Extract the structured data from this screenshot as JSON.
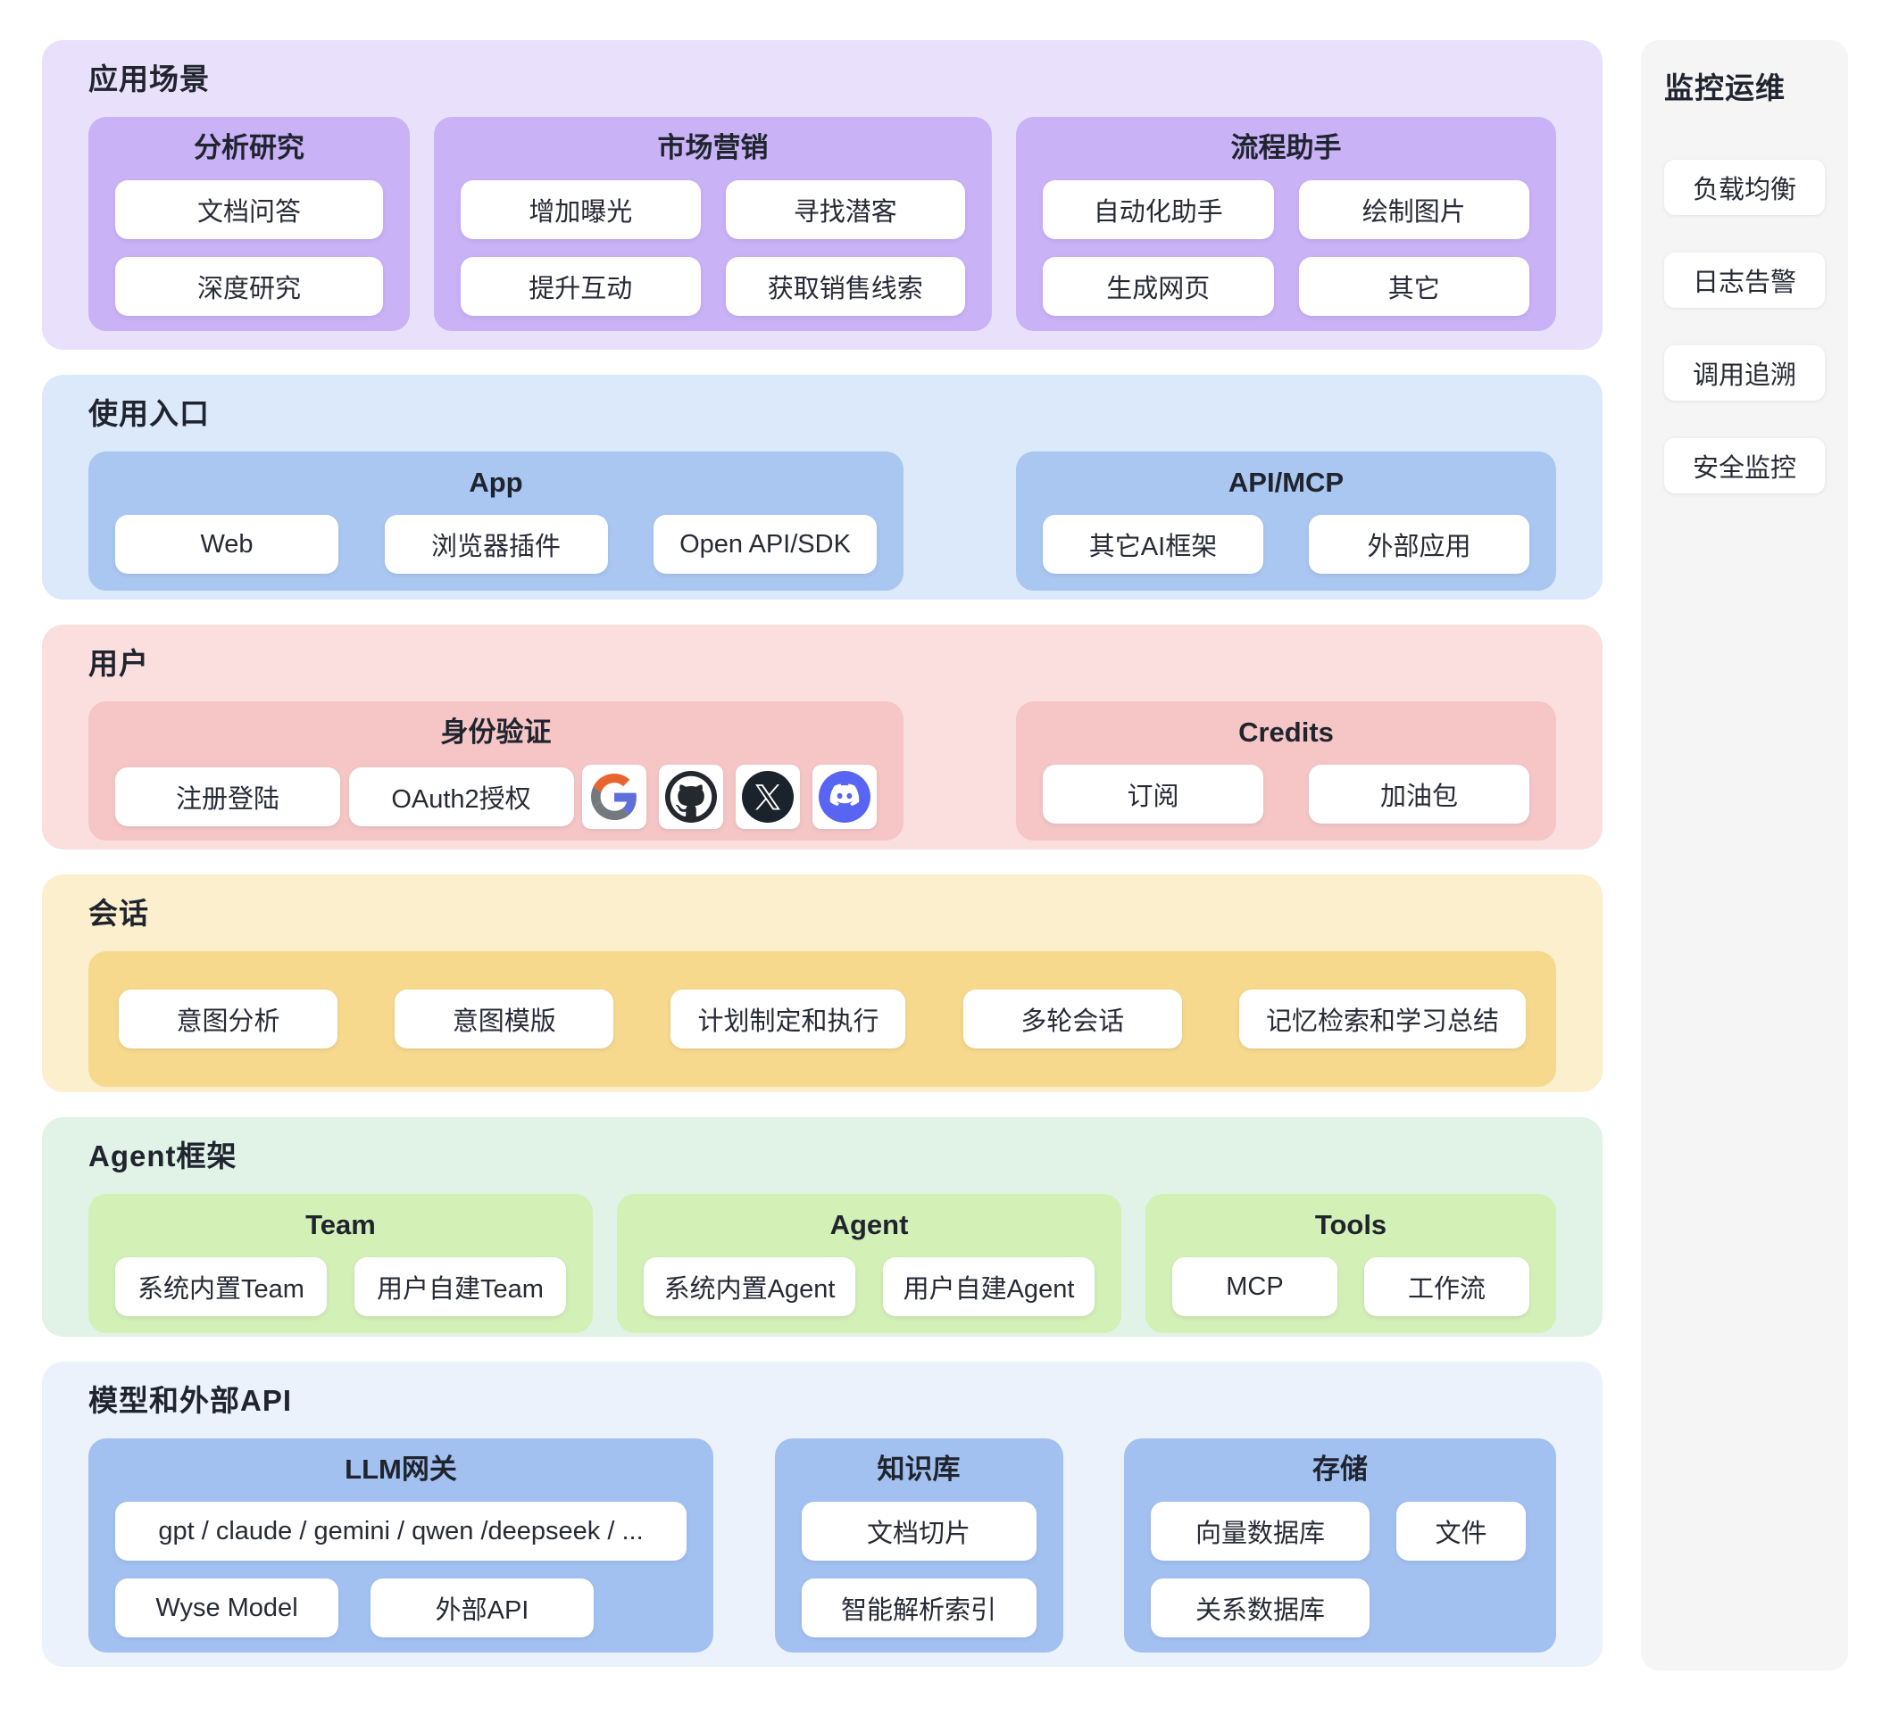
{
  "sections": {
    "scenarios": {
      "title": "应用场景",
      "panels": [
        {
          "title": "分析研究",
          "items": [
            "文档问答",
            "深度研究"
          ]
        },
        {
          "title": "市场营销",
          "items": [
            "增加曝光",
            "寻找潜客",
            "提升互动",
            "获取销售线索"
          ]
        },
        {
          "title": "流程助手",
          "items": [
            "自动化助手",
            "绘制图片",
            "生成网页",
            "其它"
          ]
        }
      ]
    },
    "entry": {
      "title": "使用入口",
      "panels": [
        {
          "title": "App",
          "items": [
            "Web",
            "浏览器插件",
            "Open API/SDK"
          ]
        },
        {
          "title": "API/MCP",
          "items": [
            "其它AI框架",
            "外部应用"
          ]
        }
      ]
    },
    "user": {
      "title": "用户",
      "panels": [
        {
          "title": "身份验证",
          "items": [
            "注册登陆",
            "OAuth2授权"
          ],
          "icons": [
            "google-icon",
            "github-icon",
            "x-icon",
            "discord-icon"
          ]
        },
        {
          "title": "Credits",
          "items": [
            "订阅",
            "加油包"
          ]
        }
      ]
    },
    "session": {
      "title": "会话",
      "items": [
        "意图分析",
        "意图模版",
        "计划制定和执行",
        "多轮会话",
        "记忆检索和学习总结"
      ]
    },
    "agent": {
      "title": "Agent框架",
      "panels": [
        {
          "title": "Team",
          "items": [
            "系统内置Team",
            "用户自建Team"
          ]
        },
        {
          "title": "Agent",
          "items": [
            "系统内置Agent",
            "用户自建Agent"
          ]
        },
        {
          "title": "Tools",
          "items": [
            "MCP",
            "工作流"
          ]
        }
      ]
    },
    "models": {
      "title": "模型和外部API",
      "panels": [
        {
          "title": "LLM网关",
          "wide_item": "gpt / claude / gemini / qwen /deepseek / ...",
          "items": [
            "Wyse Model",
            "外部API"
          ]
        },
        {
          "title": "知识库",
          "items": [
            "文档切片",
            "智能解析索引"
          ]
        },
        {
          "title": "存储",
          "items": [
            "向量数据库",
            "文件",
            "关系数据库"
          ]
        }
      ]
    }
  },
  "sidebar": {
    "title": "监控运维",
    "items": [
      "负载均衡",
      "日志告警",
      "调用追溯",
      "安全监控"
    ]
  },
  "colors": {
    "scenarios_bg": "#E9E0FC",
    "scenarios_panel": "#C9B2F6",
    "entry_bg": "#DCE9FB",
    "entry_panel": "#A9C7F0",
    "user_bg": "#FBDFDF",
    "user_panel": "#F5C6C5",
    "session_bg": "#FBEFCE",
    "session_panel": "#F6D98D",
    "agent_bg": "#E0F3E6",
    "agent_panel": "#D3F0B6",
    "models_bg": "#ECF2FC",
    "models_panel": "#A2C1F0",
    "sidebar_bg": "#F5F5F6",
    "card_bg": "#FFFFFF",
    "google_orange": "#E8652F",
    "google_gray": "#75797E",
    "google_blue": "#5F6FD8",
    "github_black": "#24292F",
    "x_black": "#1A222C",
    "discord_blue": "#5865F2"
  }
}
